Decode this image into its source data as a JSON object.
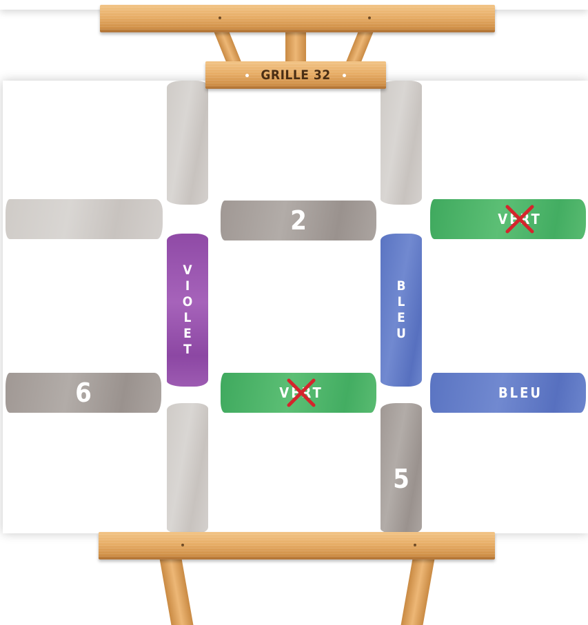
{
  "grid_title": "GRILLE 32",
  "colors": {
    "green": "#4fb66b",
    "blue": "#6680c9",
    "purple": "#9a56b0",
    "gray": "#aaa39f",
    "light_gray": "#d2ceca",
    "cross": "#d4252c",
    "wood": "#e7ad66"
  },
  "clues": {
    "top_left": "",
    "top_middle": "2",
    "top_right": "VERT",
    "bottom_left": "6",
    "bottom_middle": "VERT",
    "bottom_right": "BLEU",
    "col1_top": "",
    "col1_middle": "VIOLET",
    "col1_bottom": "",
    "col2_top": "",
    "col2_middle": "BLEU",
    "col2_bottom": "5"
  },
  "crossed_out": [
    "top_right",
    "bottom_middle"
  ]
}
